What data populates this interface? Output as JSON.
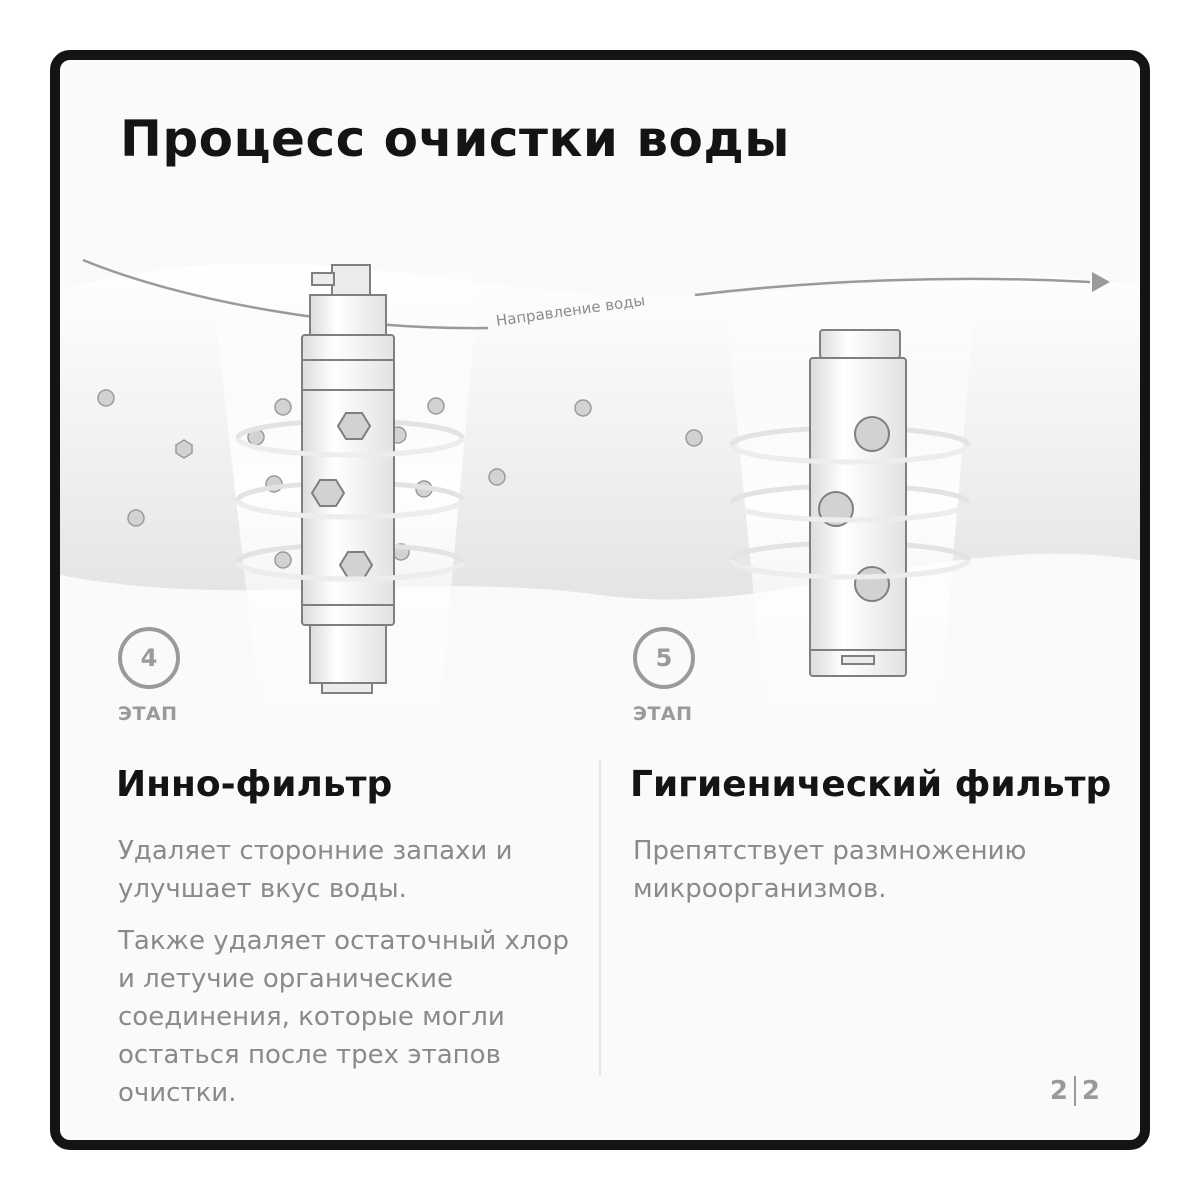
{
  "title": "Процесс очистки воды",
  "flow_label": "Направление воды",
  "stages": [
    {
      "number": "4",
      "step_word": "ЭТАП",
      "heading": "Инно-фильтр",
      "paragraphs": [
        "Удаляет сторонние запахи и улучшает вкус воды.",
        "Также удаляет остаточный хлор и летучие органические соединения, которые могли остаться после трех этапов очистки."
      ]
    },
    {
      "number": "5",
      "step_word": "ЭТАП",
      "heading": "Гигиенический фильтр",
      "paragraphs": [
        "Препятствует размножению микроорганизмов."
      ]
    }
  ],
  "page": {
    "current": "2",
    "total": "2"
  },
  "colors": {
    "frame": "#141414",
    "text_dark": "#141414",
    "text_muted": "#8a8a8a",
    "particle": "#d2d2d2"
  }
}
